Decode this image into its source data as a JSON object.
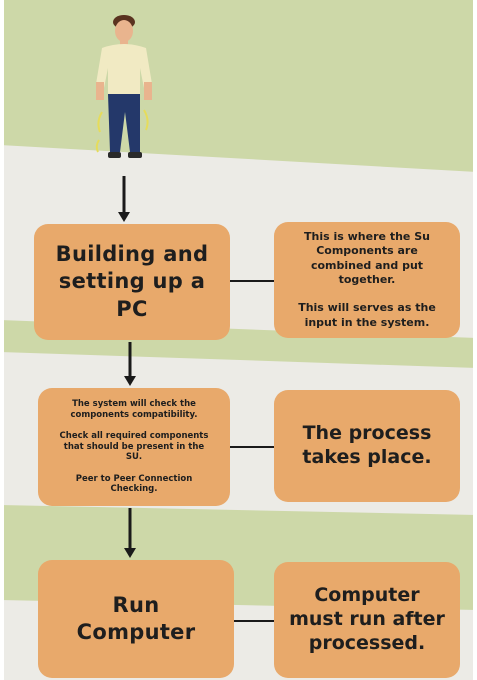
{
  "diagram": {
    "colors": {
      "box_fill": "#e8a96b",
      "band_green": "#cdd8a8",
      "band_light": "#ecebe6",
      "arrow": "#1a1a1a"
    },
    "figure": {
      "icon": "standing-person-illustration"
    },
    "steps": [
      {
        "title": "Building and\nsetting up a\nPC",
        "note": "This is where the Su\nComponents are\ncombined and put\ntogether.\n\nThis will serves as the\ninput in the system."
      },
      {
        "title": "The system will check the\ncomponents compatibility.\n\nCheck all required components\nthat should be present in the\nSU.\n\nPeer to Peer Connection\nChecking.",
        "note": "The process\ntakes place."
      },
      {
        "title": "Run\nComputer",
        "note": "Computer\nmust run after\nprocessed."
      }
    ]
  }
}
